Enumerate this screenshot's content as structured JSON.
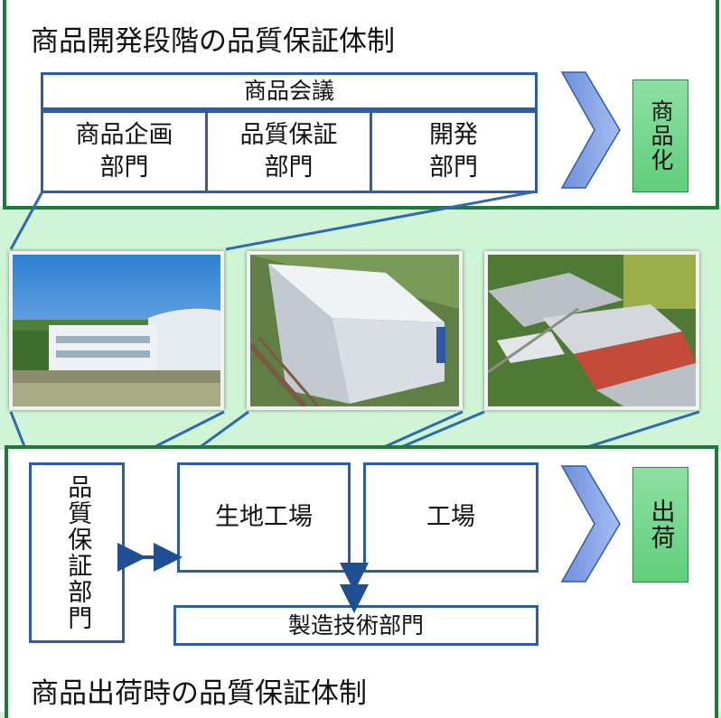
{
  "top_section": {
    "title": "商品開発段階の品質保証体制",
    "meeting_label": "商品会議",
    "departments": [
      "商品企画\n部門",
      "品質保証\n部門",
      "開発\n部門"
    ],
    "result_label": "商品化"
  },
  "bottom_section": {
    "title": "商品出荷時の品質保証体制",
    "qa_label": "品質保証部門",
    "fabric_factory_label": "生地工場",
    "factory_label": "工場",
    "mfg_tech_label": "製造技術部門",
    "result_label": "出荷"
  },
  "colors": {
    "panel_border": "#1e7a39",
    "band_fill": "#cff4d6",
    "box_border": "#2d5da7",
    "chevron": "#8aa6e6",
    "tag_fill": "#6fd68a"
  }
}
